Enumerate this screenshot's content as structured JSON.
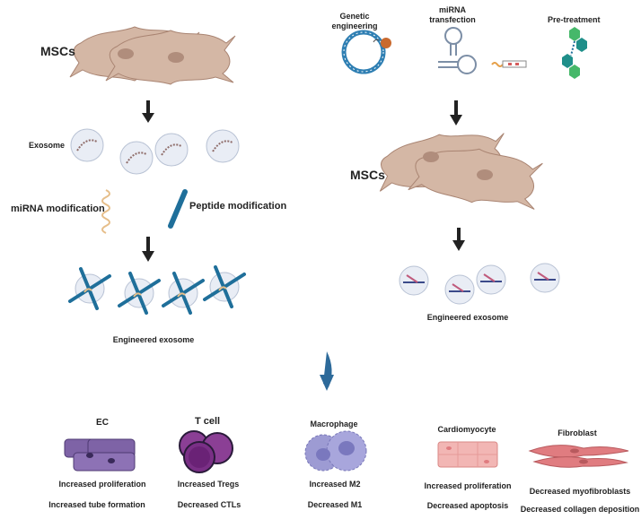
{
  "left_panel": {
    "msc_label": "MSCs",
    "exosome_label": "Exosome",
    "mirna_mod_label": "miRNA modification",
    "peptide_mod_label": "Peptide modification",
    "engineered_label": "Engineered exosome"
  },
  "right_panel": {
    "genetic_label_line1": "Genetic",
    "genetic_label_line2": "engineering",
    "mirna_label_line1": "miRNA",
    "mirna_label_line2": "transfection",
    "pretreatment_label": "Pre-treatment",
    "msc_label": "MSCs",
    "engineered_label": "Engineered exosome"
  },
  "targets": [
    {
      "name": "EC",
      "effects": [
        "Increased proliferation",
        "Increased tube formation"
      ]
    },
    {
      "name": "T cell",
      "effects": [
        "Increased Tregs",
        "Decreased CTLs"
      ]
    },
    {
      "name": "Macrophage",
      "effects": [
        "Increased M2",
        "Decreased M1"
      ]
    },
    {
      "name": "Cardiomyocyte",
      "effects": [
        "Increased proliferation",
        "Decreased apoptosis"
      ]
    },
    {
      "name": "Fibroblast",
      "effects": [
        "Decreased myofibroblasts",
        "Decreased collagen deposition"
      ]
    }
  ],
  "colors": {
    "msc_fill": "#d4b7a5",
    "msc_stroke": "#a98472",
    "exosome_fill": "#e9edf5",
    "peptide_blue": "#1f6f9a",
    "ec_purple": "#7e63a6",
    "tcell_purple": "#8b3f95",
    "macrophage": "#9d9bd3",
    "cardio_pink": "#f2b6b4",
    "fibro_red": "#e07c80",
    "hexagon_green": "#46b86a",
    "hexagon_teal": "#1f8f8a",
    "arrow_dark": "#222222",
    "arrow_blue": "#2d6a9a"
  }
}
